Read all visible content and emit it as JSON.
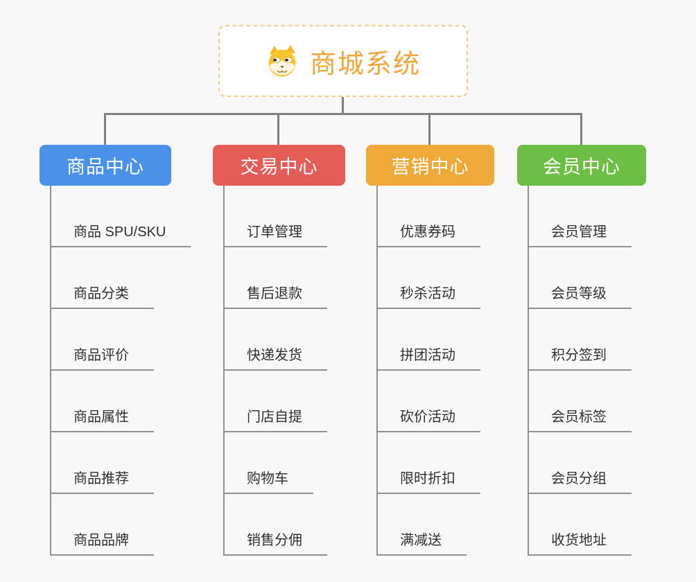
{
  "root": {
    "title": "商城系统",
    "icon": "doge-icon",
    "accent_color": "#f3a53c",
    "border_color": "#f6cc8a"
  },
  "connector_color": "#7f7f7f",
  "branches": [
    {
      "id": "product-center",
      "label": "商品中心",
      "color": "#4a91e9",
      "children": [
        "商品 SPU/SKU",
        "商品分类",
        "商品评价",
        "商品属性",
        "商品推荐",
        "商品品牌"
      ]
    },
    {
      "id": "trade-center",
      "label": "交易中心",
      "color": "#e55b56",
      "children": [
        "订单管理",
        "售后退款",
        "快递发货",
        "门店自提",
        "购物车",
        "销售分佣"
      ]
    },
    {
      "id": "marketing-center",
      "label": "营销中心",
      "color": "#efa938",
      "children": [
        "优惠券码",
        "秒杀活动",
        "拼团活动",
        "砍价活动",
        "限时折扣",
        "满减送"
      ]
    },
    {
      "id": "member-center",
      "label": "会员中心",
      "color": "#6dbe45",
      "children": [
        "会员管理",
        "会员等级",
        "积分签到",
        "会员标签",
        "会员分组",
        "收货地址"
      ]
    }
  ]
}
